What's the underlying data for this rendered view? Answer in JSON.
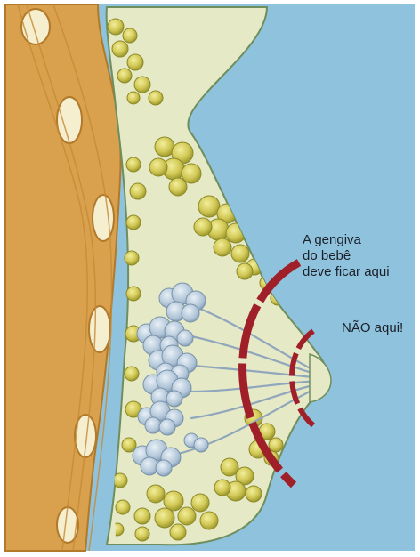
{
  "labels": {
    "correct_line1": "A gengiva",
    "correct_line2": "do bebê",
    "correct_line3": "deve ficar aqui",
    "wrong": "NÃO aqui!"
  },
  "colors": {
    "background": "#8fc2dc",
    "frame": "#ffffff",
    "chest_wall": "#d9a14d",
    "skin_outline": "#6f8e5e",
    "breast_tissue": "#e5e9c6",
    "fat_lobules": "#c8c14a",
    "milk_glands": "#a8bfd3",
    "milk_ducts": "#8fa6bc",
    "correct_latch_line": "#a0202a",
    "wrong_latch_line": "#a0202a"
  }
}
